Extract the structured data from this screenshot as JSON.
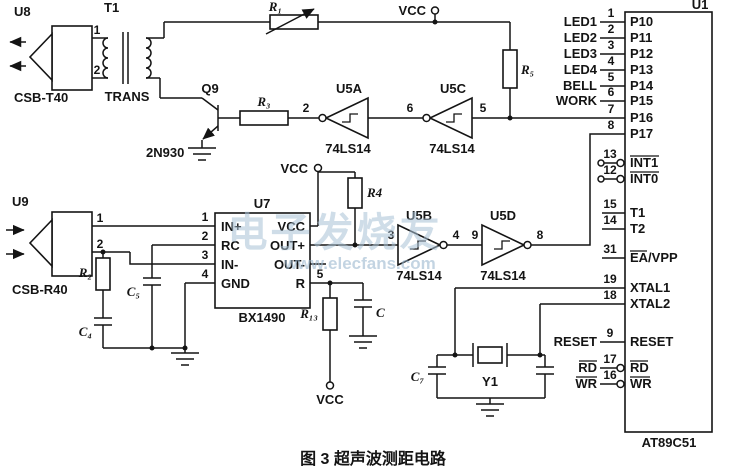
{
  "caption": "图 3  超声波测距电路",
  "watermark": {
    "brand": "电子发烧友",
    "url": "www.elecfans.com"
  },
  "power": {
    "vcc_top": "VCC",
    "vcc_mid": "VCC",
    "vcc_bottom": "VCC"
  },
  "transmitter": {
    "u8": {
      "ref": "U8",
      "part": "CSB-T40",
      "pin1": "1",
      "pin2": "2"
    },
    "t1": {
      "ref": "T1",
      "part": "TRANS"
    },
    "q9": {
      "ref": "Q9",
      "part": "2N930"
    },
    "r1": "R₁",
    "r3": "R₃",
    "r5": "R₅"
  },
  "receiver": {
    "u9": {
      "ref": "U9",
      "part": "CSB-R40",
      "pin1": "1",
      "pin2": "2"
    },
    "r2": "R₂",
    "c4": "C₄",
    "c5": "C₅"
  },
  "amp": {
    "u7": {
      "ref": "U7",
      "part": "BX1490",
      "l1n": "1",
      "l1": "IN+",
      "l2n": "2",
      "l2": "RC",
      "l3n": "3",
      "l3": "IN-",
      "l4n": "4",
      "l4": "GND",
      "r1": "VCC",
      "r2": "OUT+",
      "r3": "OUT-",
      "r4": "R",
      "r4n": "5"
    },
    "r4": "R4",
    "r13": "R₁₃",
    "c": "C"
  },
  "gates": {
    "u5a": {
      "ref": "U5A",
      "part": "74LS14",
      "pin_out": "2"
    },
    "u5c": {
      "ref": "U5C",
      "part": "74LS14",
      "pin_in": "5",
      "pin_out": "6"
    },
    "u5b": {
      "ref": "U5B",
      "part": "74LS14",
      "pin_in": "3",
      "pin_out": "4"
    },
    "u5d": {
      "ref": "U5D",
      "part": "74LS14",
      "pin_in": "9",
      "pin_out": "8"
    }
  },
  "mcu": {
    "ref": "U1",
    "part": "AT89C51",
    "pins": [
      {
        "ext": "LED1",
        "num": "1",
        "name": "P10"
      },
      {
        "ext": "LED2",
        "num": "2",
        "name": "P11"
      },
      {
        "ext": "LED3",
        "num": "3",
        "name": "P12"
      },
      {
        "ext": "LED4",
        "num": "4",
        "name": "P13"
      },
      {
        "ext": "BELL",
        "num": "5",
        "name": "P14"
      },
      {
        "ext": "WORK",
        "num": "6",
        "name": "P15"
      },
      {
        "num": "7",
        "name": "P16"
      },
      {
        "num": "8",
        "name": "P17"
      },
      {
        "num": "13",
        "name": "INT1"
      },
      {
        "num": "12",
        "name": "INT0"
      },
      {
        "num": "15",
        "name": "T1"
      },
      {
        "num": "14",
        "name": "T2"
      },
      {
        "num": "31",
        "name": "EA/VPP"
      },
      {
        "num": "19",
        "name": "XTAL1"
      },
      {
        "num": "18",
        "name": "XTAL2"
      },
      {
        "ext": "RESET",
        "num": "9",
        "name": "RESET"
      },
      {
        "ext": "RD",
        "num": "17",
        "name": "RD"
      },
      {
        "ext": "WR",
        "num": "16",
        "name": "WR"
      }
    ]
  },
  "xtal": {
    "c7": "C₇",
    "y1": "Y1"
  }
}
